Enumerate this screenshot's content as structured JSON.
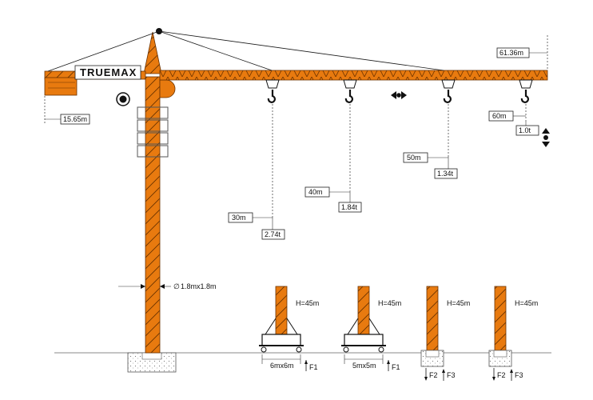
{
  "brand": "TRUEMAX",
  "colors": {
    "steel": "#E87A0F",
    "line": "#1a1a1a",
    "ground": "#999999"
  },
  "jib": {
    "max_radius": "61.36m",
    "counter_jib": "15.65m"
  },
  "mast": {
    "section": "1.8mx1.8m",
    "section_symbol": "∅"
  },
  "load_points": [
    {
      "radius": "30m",
      "load": "2.74t"
    },
    {
      "radius": "40m",
      "load": "1.84t"
    },
    {
      "radius": "50m",
      "load": "1.34t"
    },
    {
      "radius": "60m",
      "load": "1.0t"
    }
  ],
  "foundations": [
    {
      "height": "H=45m",
      "base": "6mx6m",
      "force1": "F1",
      "force2": ""
    },
    {
      "height": "H=45m",
      "base": "5mx5m",
      "force1": "F1",
      "force2": ""
    },
    {
      "height": "H=45m",
      "base": "",
      "force1": "F2",
      "force2": "F3"
    },
    {
      "height": "H=45m",
      "base": "",
      "force1": "F2",
      "force2": "F3"
    }
  ],
  "icons": [
    "trolley-travel-icon",
    "hoist-up-down-icon",
    "hook-icon"
  ]
}
